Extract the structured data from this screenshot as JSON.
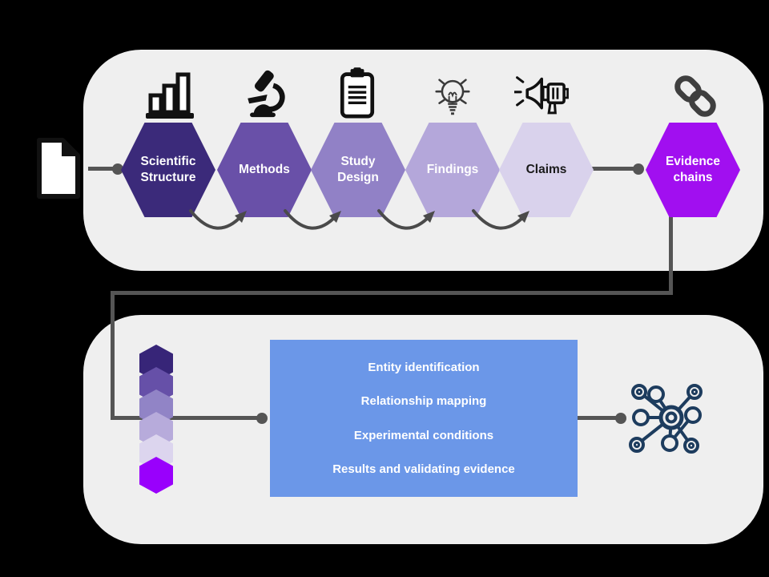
{
  "title": "Scientific paper processing pipeline diagram",
  "colors": {
    "background": "#000000",
    "panel": "#EFEFEF",
    "connector": "#555555",
    "arrow": "#4A4A4A",
    "icon_black": "#111111",
    "bulb_icon": "#3A3A3A",
    "chain_icon": "#3F3F3F",
    "box_blue": "#6B97E8",
    "network_icon": "#1D3C5E",
    "document_icon": "#111111"
  },
  "pipeline": {
    "stages": [
      {
        "label": "Scientific\nStructure",
        "color": "#3B2A7A",
        "text_color": "#FFFFFF",
        "icon": "bar-chart"
      },
      {
        "label": "Methods",
        "color": "#6950A8",
        "text_color": "#FFFFFF",
        "icon": "microscope"
      },
      {
        "label": "Study\nDesign",
        "color": "#9181C6",
        "text_color": "#FFFFFF",
        "icon": "clipboard"
      },
      {
        "label": "Findings",
        "color": "#B4A7DA",
        "text_color": "#FFFFFF",
        "icon": "lightbulb"
      },
      {
        "label": "Claims",
        "color": "#D9D2EC",
        "text_color": "#1A1A1A",
        "icon": "megaphone"
      },
      {
        "label": "Evidence\nchains",
        "color": "#A10FF0",
        "text_color": "#FFFFFF",
        "icon": "chain-link"
      }
    ]
  },
  "detail": {
    "stack_colors": [
      "#372578",
      "#6650A8",
      "#9184C6",
      "#B7ABDB",
      "#DCD5EE",
      "#9900FC"
    ],
    "box_items": [
      "Entity identification",
      "Relationship mapping",
      "Experimental conditions",
      "Results and validating evidence"
    ]
  }
}
